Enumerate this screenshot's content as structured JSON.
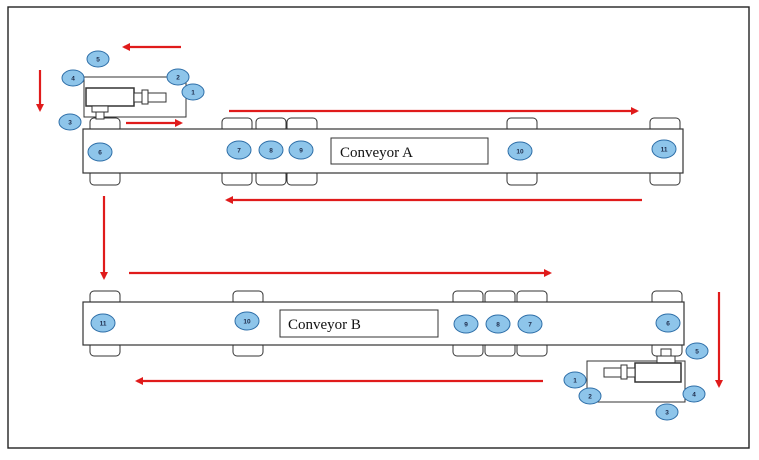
{
  "conveyor_a": {
    "label": "Conveyor A",
    "stations": [
      "6",
      "7",
      "8",
      "9",
      "10",
      "11"
    ]
  },
  "conveyor_b": {
    "label": "Conveyor B",
    "stations": [
      "11",
      "10",
      "9",
      "8",
      "7",
      "6"
    ]
  },
  "robot_top": {
    "markers": [
      "5",
      "4",
      "3",
      "2",
      "1"
    ]
  },
  "robot_bottom": {
    "markers": [
      "5",
      "1",
      "2",
      "3",
      "4"
    ]
  },
  "colors": {
    "arrow": "#e01b1b",
    "marker_fill": "#8ec5ea",
    "marker_stroke": "#2f6fa8",
    "outline": "#333333"
  }
}
